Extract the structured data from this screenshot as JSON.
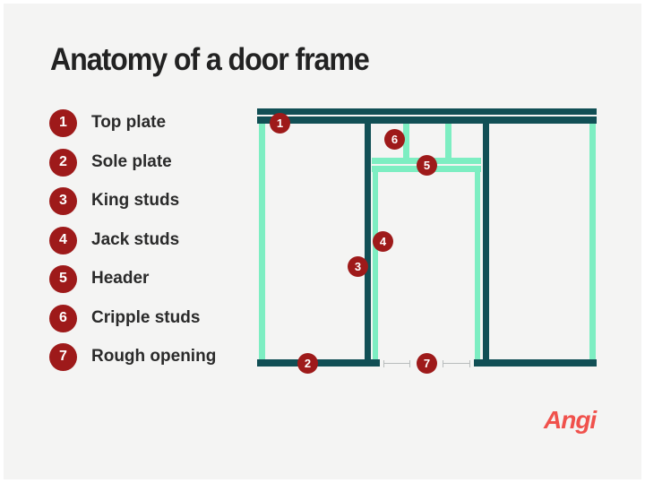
{
  "title": "Anatomy of a door frame",
  "legend": [
    {
      "number": "1",
      "label": "Top plate"
    },
    {
      "number": "2",
      "label": "Sole plate"
    },
    {
      "number": "3",
      "label": "King studs"
    },
    {
      "number": "4",
      "label": "Jack studs"
    },
    {
      "number": "5",
      "label": "Header"
    },
    {
      "number": "6",
      "label": "Cripple studs"
    },
    {
      "number": "7",
      "label": "Rough opening"
    }
  ],
  "diagram": {
    "markers": {
      "top_plate": "1",
      "sole_plate": "2",
      "king_stud": "3",
      "jack_stud": "4",
      "header": "5",
      "cripple_stud": "6",
      "rough_opening": "7"
    },
    "colors": {
      "dark_member": "#114f55",
      "light_member": "#7deec2",
      "marker": "#9e1a1a"
    }
  },
  "brand": {
    "logo_text": "Angi",
    "color": "#f0514c"
  }
}
